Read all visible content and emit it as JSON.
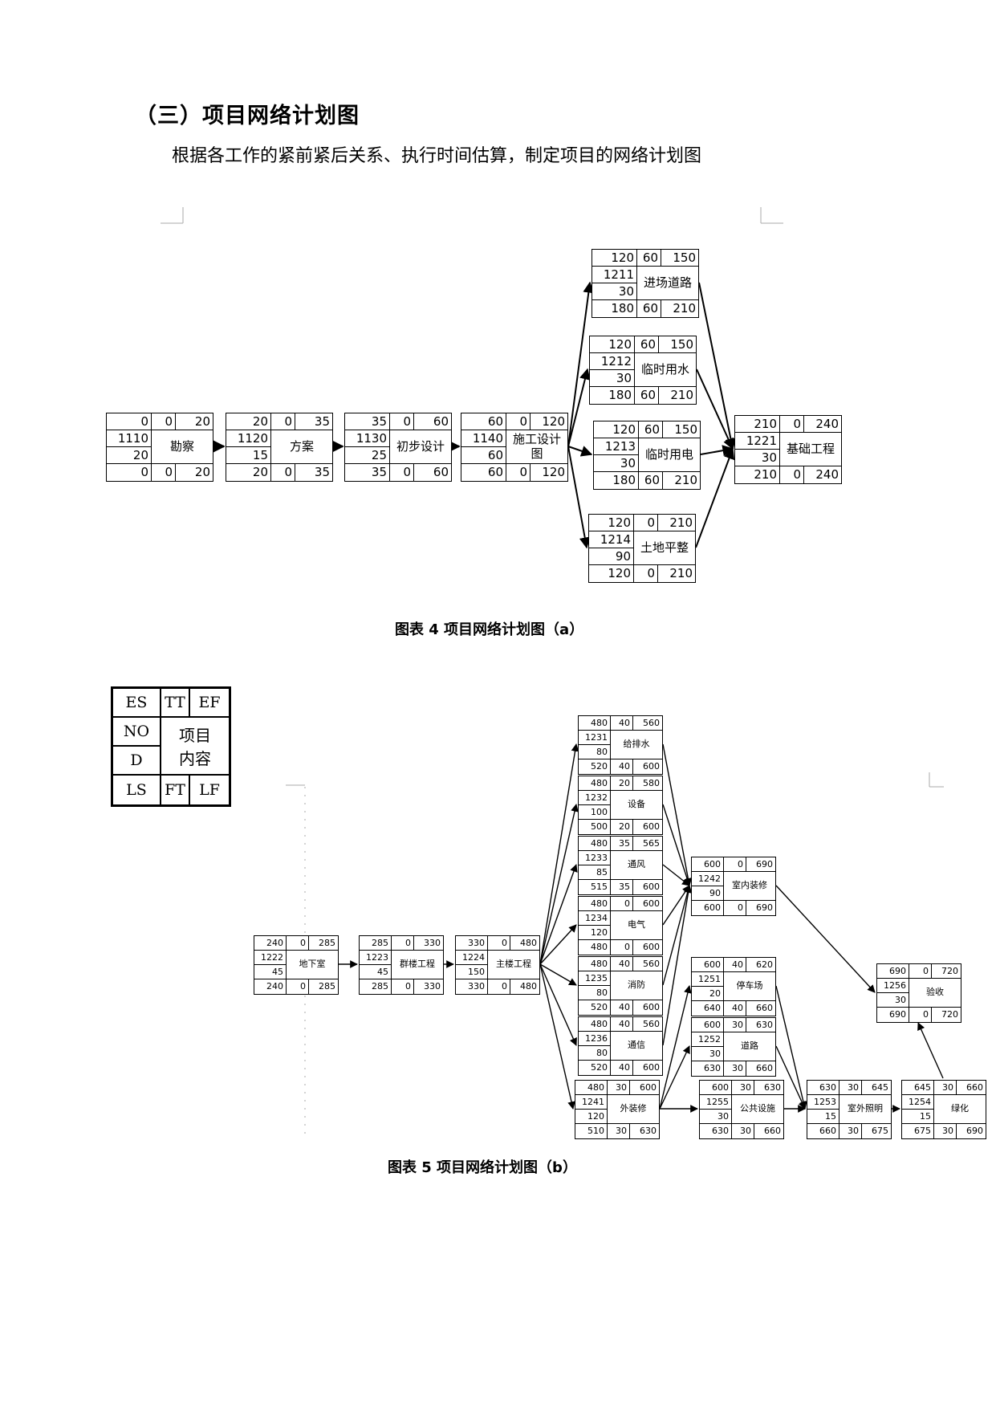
{
  "heading": "（三）项目网络计划图",
  "intro": "根据各工作的紧前紧后关系、执行时间估算，制定项目的网络计划图",
  "figure_a": {
    "caption": "图表 4 项目网络计划图（a）",
    "nodes": [
      {
        "es": "0",
        "tt": "0",
        "ef": "20",
        "no": "1110",
        "name": "勘察",
        "d": "20",
        "ls": "0",
        "ft": "0",
        "lf": "20"
      },
      {
        "es": "20",
        "tt": "0",
        "ef": "35",
        "no": "1120",
        "name": "方案",
        "d": "15",
        "ls": "20",
        "ft": "0",
        "lf": "35"
      },
      {
        "es": "35",
        "tt": "0",
        "ef": "60",
        "no": "1130",
        "name": "初步设计",
        "d": "25",
        "ls": "35",
        "ft": "0",
        "lf": "60"
      },
      {
        "es": "60",
        "tt": "0",
        "ef": "120",
        "no": "1140",
        "name": "施工设计图",
        "d": "60",
        "ls": "60",
        "ft": "0",
        "lf": "120"
      },
      {
        "es": "120",
        "tt": "60",
        "ef": "150",
        "no": "1211",
        "name": "进场道路",
        "d": "30",
        "ls": "180",
        "ft": "60",
        "lf": "210"
      },
      {
        "es": "120",
        "tt": "60",
        "ef": "150",
        "no": "1212",
        "name": "临时用水",
        "d": "30",
        "ls": "180",
        "ft": "60",
        "lf": "210"
      },
      {
        "es": "120",
        "tt": "60",
        "ef": "150",
        "no": "1213",
        "name": "临时用电",
        "d": "30",
        "ls": "180",
        "ft": "60",
        "lf": "210"
      },
      {
        "es": "120",
        "tt": "0",
        "ef": "210",
        "no": "1214",
        "name": "土地平整",
        "d": "90",
        "ls": "120",
        "ft": "0",
        "lf": "210"
      },
      {
        "es": "210",
        "tt": "0",
        "ef": "240",
        "no": "1221",
        "name": "基础工程",
        "d": "30",
        "ls": "210",
        "ft": "0",
        "lf": "240"
      }
    ]
  },
  "legend": {
    "es": "ES",
    "tt": "TT",
    "ef": "EF",
    "no": "NO",
    "name1": "项目",
    "name2": "内容",
    "d": "D",
    "ls": "LS",
    "ft": "FT",
    "lf": "LF"
  },
  "figure_b": {
    "caption": "图表 5 项目网络计划图（b）",
    "nodes": [
      {
        "es": "240",
        "tt": "0",
        "ef": "285",
        "no": "1222",
        "name": "地下室",
        "d": "45",
        "ls": "240",
        "ft": "0",
        "lf": "285"
      },
      {
        "es": "285",
        "tt": "0",
        "ef": "330",
        "no": "1223",
        "name": "群楼工程",
        "d": "45",
        "ls": "285",
        "ft": "0",
        "lf": "330"
      },
      {
        "es": "330",
        "tt": "0",
        "ef": "480",
        "no": "1224",
        "name": "主楼工程",
        "d": "150",
        "ls": "330",
        "ft": "0",
        "lf": "480"
      },
      {
        "es": "480",
        "tt": "40",
        "ef": "560",
        "no": "1231",
        "name": "给排水",
        "d": "80",
        "ls": "520",
        "ft": "40",
        "lf": "600"
      },
      {
        "es": "480",
        "tt": "20",
        "ef": "580",
        "no": "1232",
        "name": "设备",
        "d": "100",
        "ls": "500",
        "ft": "20",
        "lf": "600"
      },
      {
        "es": "480",
        "tt": "35",
        "ef": "565",
        "no": "1233",
        "name": "通风",
        "d": "85",
        "ls": "515",
        "ft": "35",
        "lf": "600"
      },
      {
        "es": "480",
        "tt": "0",
        "ef": "600",
        "no": "1234",
        "name": "电气",
        "d": "120",
        "ls": "480",
        "ft": "0",
        "lf": "600"
      },
      {
        "es": "480",
        "tt": "40",
        "ef": "560",
        "no": "1235",
        "name": "消防",
        "d": "80",
        "ls": "520",
        "ft": "40",
        "lf": "600"
      },
      {
        "es": "480",
        "tt": "40",
        "ef": "560",
        "no": "1236",
        "name": "通信",
        "d": "80",
        "ls": "520",
        "ft": "40",
        "lf": "600"
      },
      {
        "es": "480",
        "tt": "30",
        "ef": "600",
        "no": "1241",
        "name": "外装修",
        "d": "120",
        "ls": "510",
        "ft": "30",
        "lf": "630"
      },
      {
        "es": "600",
        "tt": "0",
        "ef": "690",
        "no": "1242",
        "name": "室内装修",
        "d": "90",
        "ls": "600",
        "ft": "0",
        "lf": "690"
      },
      {
        "es": "600",
        "tt": "40",
        "ef": "620",
        "no": "1251",
        "name": "停车场",
        "d": "20",
        "ls": "640",
        "ft": "40",
        "lf": "660"
      },
      {
        "es": "600",
        "tt": "30",
        "ef": "630",
        "no": "1252",
        "name": "道路",
        "d": "30",
        "ls": "630",
        "ft": "30",
        "lf": "660"
      },
      {
        "es": "600",
        "tt": "30",
        "ef": "630",
        "no": "1255",
        "name": "公共设施",
        "d": "30",
        "ls": "630",
        "ft": "30",
        "lf": "660"
      },
      {
        "es": "630",
        "tt": "30",
        "ef": "645",
        "no": "1253",
        "name": "室外照明",
        "d": "15",
        "ls": "660",
        "ft": "30",
        "lf": "675"
      },
      {
        "es": "645",
        "tt": "30",
        "ef": "660",
        "no": "1254",
        "name": "绿化",
        "d": "15",
        "ls": "675",
        "ft": "30",
        "lf": "690"
      },
      {
        "es": "690",
        "tt": "0",
        "ef": "720",
        "no": "1256",
        "name": "验收",
        "d": "30",
        "ls": "690",
        "ft": "0",
        "lf": "720"
      }
    ]
  }
}
